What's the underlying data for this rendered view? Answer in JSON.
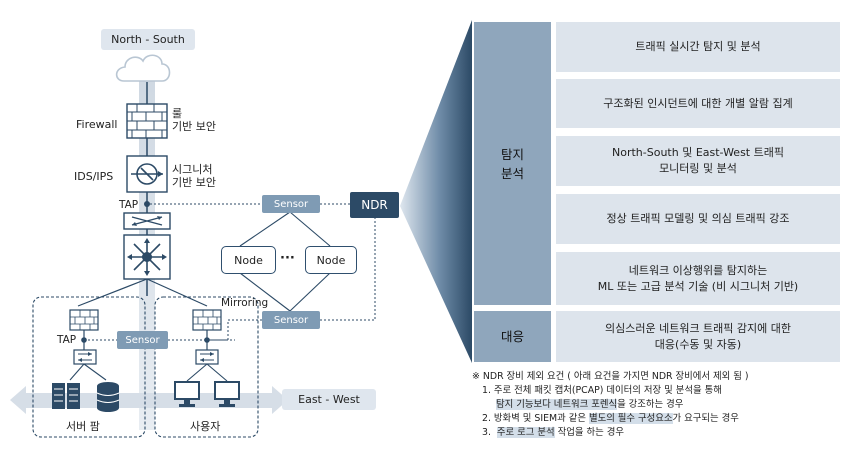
{
  "north_south": "North - South",
  "east_west": "East - West",
  "firewall_label": "Firewall",
  "ids_label": "IDS/IPS",
  "tap_top": "TAP",
  "tap_bottom": "TAP",
  "mirroring": "Mirroring",
  "rule_security": "룰\n기반 보안",
  "signature_security": "시그니처\n기반 보안",
  "sensor_labels": [
    "Sensor",
    "Sensor",
    "Sensor"
  ],
  "node_left": "Node",
  "node_right": "Node",
  "node_dots": "···",
  "ndr": "NDR",
  "server_farm": "서버 팜",
  "users": "사용자",
  "categories": [
    {
      "label": "탐지\n분석"
    },
    {
      "label": "대응"
    }
  ],
  "detection_items": [
    "트래픽 실시간 탐지 및 분석",
    "구조화된 인시던트에  대한 개별 알람 집계",
    "North-South 및 East-West  트래픽\n모니터링 및 분석",
    "정상 트래픽 모델링  및 의심 트래픽  강조",
    "네트워크 이상행위를 탐지하는\nML 또는 고급 분석 기술  (비 시그니처 기반)"
  ],
  "response_item": "의심스러운 네트워크 트래픽 감지에 대한\n대응(수동 및 자동)",
  "notes": {
    "header": "※ NDR 장비 제외 요건 ( 아래 요건을 가지면 NDR 장비에서 제외 됨 )",
    "item1_a": "1.  주로 전체 패킷 캡처(PCAP) 데이터의 저장 및 분석을 통해",
    "item1_b": "탐지 기능보다 네트워크 포렌식",
    "item1_c": "을 강조하는 경우",
    "item2_a": "2.  방화벽 및 SIEM과 같은 ",
    "item2_b": "별도의 필수 구성요소",
    "item2_c": "가 요구되는 경우",
    "item3_a": "3.  ",
    "item3_b": "주로 로그 분석",
    "item3_c": " 작업을 하는 경우"
  },
  "colors": {
    "dark_blue": "#2c4a66",
    "sensor": "#7f9bb4",
    "category": "#8fa6bc",
    "item_box": "#dde4ec",
    "pill": "#dfe6ee"
  }
}
